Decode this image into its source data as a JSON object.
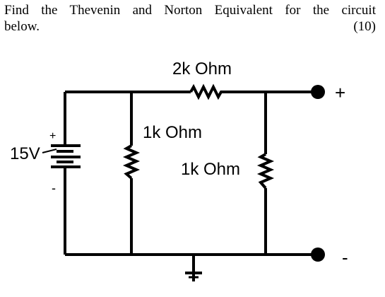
{
  "question": {
    "line1": "Find the Thevenin and Norton Equivalent for the circuit",
    "line2": "below.",
    "points": "(10)"
  },
  "circuit": {
    "resistor_series_label": "2k Ohm",
    "resistor_middle_label": "1k Ohm",
    "resistor_right_label": "1k Ohm",
    "source_label": "15V",
    "source_plus": "+",
    "source_minus": "-",
    "terminal_top_sign": "+",
    "terminal_bottom_sign": "-"
  }
}
